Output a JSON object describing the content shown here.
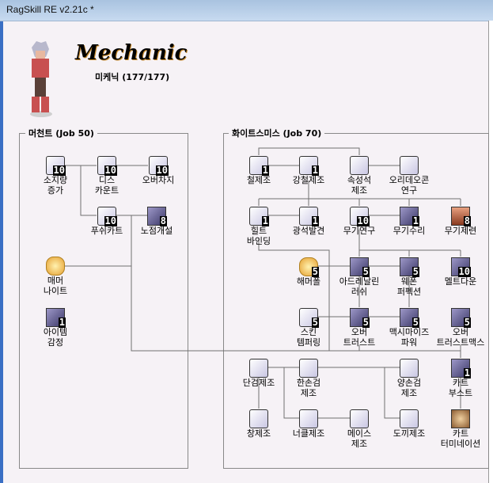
{
  "window": {
    "title": "RagSkill RE v2.21c *"
  },
  "header": {
    "job_name": "Mechanic",
    "subtitle": "미케닉 (177/177)"
  },
  "groups": [
    {
      "title": "머천트 (Job 50)"
    },
    {
      "title": "화이트스미스 (Job 70)"
    }
  ],
  "skills": [
    {
      "name": [
        "소지량",
        "증가"
      ],
      "level": "10",
      "icon": "cart-bag-icon",
      "style": "bubble"
    },
    {
      "name": [
        "디스",
        "카운트"
      ],
      "level": "10",
      "icon": "discount-icon",
      "style": "bubble"
    },
    {
      "name": [
        "오버차지"
      ],
      "level": "10",
      "icon": "overcharge-icon",
      "style": "bubble"
    },
    {
      "name": [
        "푸쉬카트"
      ],
      "level": "10",
      "icon": "pushcart-icon",
      "style": "bubble"
    },
    {
      "name": [
        "노점개설"
      ],
      "level": "8",
      "icon": "vending-icon",
      "style": "dark"
    },
    {
      "name": [
        "매머",
        "나이트"
      ],
      "level": "",
      "icon": "mammonite-icon",
      "style": "fire"
    },
    {
      "name": [
        "아이템",
        "감정"
      ],
      "level": "1",
      "icon": "identify-icon",
      "style": "dark"
    },
    {
      "name": [
        "철제조"
      ],
      "level": "1",
      "icon": "iron-tempering-icon",
      "style": "bubble"
    },
    {
      "name": [
        "강철제조"
      ],
      "level": "1",
      "icon": "steel-tempering-icon",
      "style": "bubble"
    },
    {
      "name": [
        "속성석",
        "제조"
      ],
      "level": "",
      "icon": "enchanted-stone-icon",
      "style": "bubble"
    },
    {
      "name": [
        "오리데오콘",
        "연구"
      ],
      "level": "",
      "icon": "oridecon-research-icon",
      "style": "bubble"
    },
    {
      "name": [
        "힐트",
        "바인딩"
      ],
      "level": "1",
      "icon": "hilt-binding-icon",
      "style": "bubble"
    },
    {
      "name": [
        "광석발견"
      ],
      "level": "1",
      "icon": "ore-discovery-icon",
      "style": "bubble"
    },
    {
      "name": [
        "무기연구"
      ],
      "level": "10",
      "icon": "weapon-research-icon",
      "style": "bubble"
    },
    {
      "name": [
        "무기수리"
      ],
      "level": "1",
      "icon": "weapon-repair-icon",
      "style": "dark"
    },
    {
      "name": [
        "무기제련"
      ],
      "level": "8",
      "icon": "weapon-refine-icon",
      "style": "orange"
    },
    {
      "name": [
        "해머폴"
      ],
      "level": "5",
      "icon": "hammerfall-icon",
      "style": "fire"
    },
    {
      "name": [
        "아드레날린",
        "러쉬"
      ],
      "level": "5",
      "icon": "adrenaline-rush-icon",
      "style": "dark"
    },
    {
      "name": [
        "웨폰",
        "퍼펙션"
      ],
      "level": "5",
      "icon": "weapon-perfection-icon",
      "style": "dark"
    },
    {
      "name": [
        "멜트다운"
      ],
      "level": "10",
      "icon": "meltdown-icon",
      "style": "dark"
    },
    {
      "name": [
        "스킨",
        "템퍼링"
      ],
      "level": "5",
      "icon": "skin-tempering-icon",
      "style": "bubble"
    },
    {
      "name": [
        "오버",
        "트러스트"
      ],
      "level": "5",
      "icon": "over-thrust-icon",
      "style": "dark"
    },
    {
      "name": [
        "맥시마이즈",
        "파워"
      ],
      "level": "5",
      "icon": "maximize-power-icon",
      "style": "dark"
    },
    {
      "name": [
        "오버",
        "트러스트맥스"
      ],
      "level": "5",
      "icon": "over-thrust-max-icon",
      "style": "dark"
    },
    {
      "name": [
        "단검제조"
      ],
      "level": "",
      "icon": "smith-dagger-icon",
      "style": "bubble"
    },
    {
      "name": [
        "한손검",
        "제조"
      ],
      "level": "",
      "icon": "smith-sword-icon",
      "style": "bubble"
    },
    {
      "name": [
        "양손검",
        "제조"
      ],
      "level": "",
      "icon": "smith-two-handed-sword-icon",
      "style": "bubble"
    },
    {
      "name": [
        "카트",
        "부스트"
      ],
      "level": "1",
      "icon": "cart-boost-icon",
      "style": "dark"
    },
    {
      "name": [
        "창제조"
      ],
      "level": "",
      "icon": "smith-spear-icon",
      "style": "bubble"
    },
    {
      "name": [
        "너클제조"
      ],
      "level": "",
      "icon": "smith-knucklebrace-icon",
      "style": "bubble"
    },
    {
      "name": [
        "메이스",
        "제조"
      ],
      "level": "",
      "icon": "smith-mace-icon",
      "style": "bubble"
    },
    {
      "name": [
        "도끼제조"
      ],
      "level": "",
      "icon": "smith-axe-icon",
      "style": "bubble"
    },
    {
      "name": [
        "카트",
        "터미네이션"
      ],
      "level": "",
      "icon": "cart-termination-icon",
      "style": "brown"
    }
  ]
}
